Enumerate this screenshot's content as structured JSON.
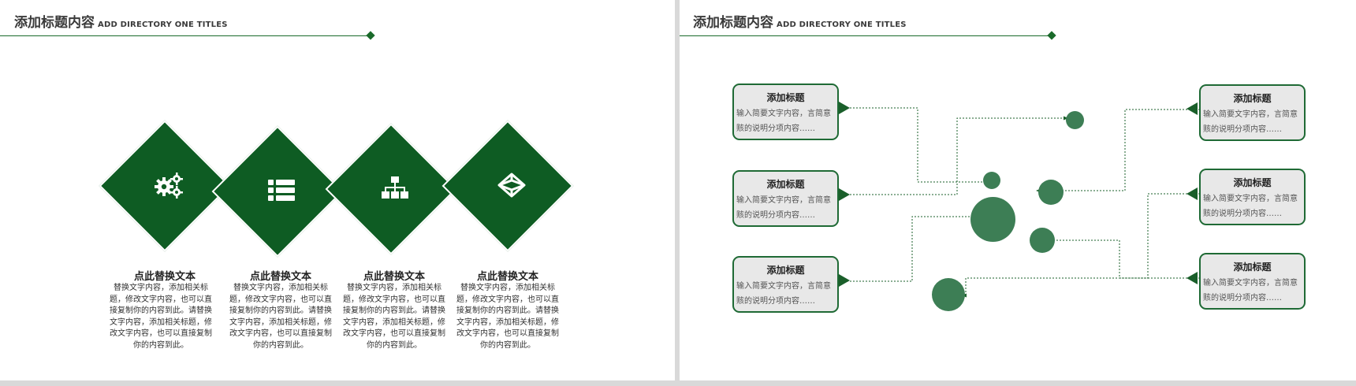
{
  "left_slide": {
    "title": "添加标题内容",
    "subtitle": "ADD DIRECTORY ONE TITLES",
    "items": [
      {
        "icon": "gears-icon",
        "title": "点此替换文本",
        "text": "替换文字内容，添加相关标题，修改文字内容，也可以直接复制你的内容到此。请替换文字内容，添加相关标题，修改文字内容，也可以直接复制你的内容到此。"
      },
      {
        "icon": "list-icon",
        "title": "点此替换文本",
        "text": "替换文字内容，添加相关标题，修改文字内容，也可以直接复制你的内容到此。请替换文字内容，添加相关标题，修改文字内容，也可以直接复制你的内容到此。"
      },
      {
        "icon": "org-chart-icon",
        "title": "点此替换文本",
        "text": "替换文字内容，添加相关标题，修改文字内容，也可以直接复制你的内容到此。请替换文字内容，添加相关标题，修改文字内容，也可以直接复制你的内容到此。"
      },
      {
        "icon": "cube-icon",
        "title": "点此替换文本",
        "text": "替换文字内容，添加相关标题，修改文字内容，也可以直接复制你的内容到此。请替换文字内容，添加相关标题，修改文字内容，也可以直接复制你的内容到此。"
      }
    ]
  },
  "right_slide": {
    "title": "添加标题内容",
    "subtitle": "ADD DIRECTORY ONE TITLES",
    "cards": [
      {
        "title": "添加标题",
        "text": "输入简要文字内容，言简意赅的说明分项内容……"
      },
      {
        "title": "添加标题",
        "text": "输入简要文字内容，言简意赅的说明分项内容……"
      },
      {
        "title": "添加标题",
        "text": "输入简要文字内容，言简意赅的说明分项内容……"
      },
      {
        "title": "添加标题",
        "text": "输入简要文字内容，言简意赅的说明分项内容……"
      },
      {
        "title": "添加标题",
        "text": "输入简要文字内容，言简意赅的说明分项内容……"
      },
      {
        "title": "添加标题",
        "text": "输入简要文字内容，言简意赅的说明分项内容……"
      }
    ]
  },
  "colors": {
    "accent": "#0e5c23",
    "circle": "#3d7e55",
    "card_bg": "#e8e8e8",
    "connector": "#1a5f2a"
  }
}
